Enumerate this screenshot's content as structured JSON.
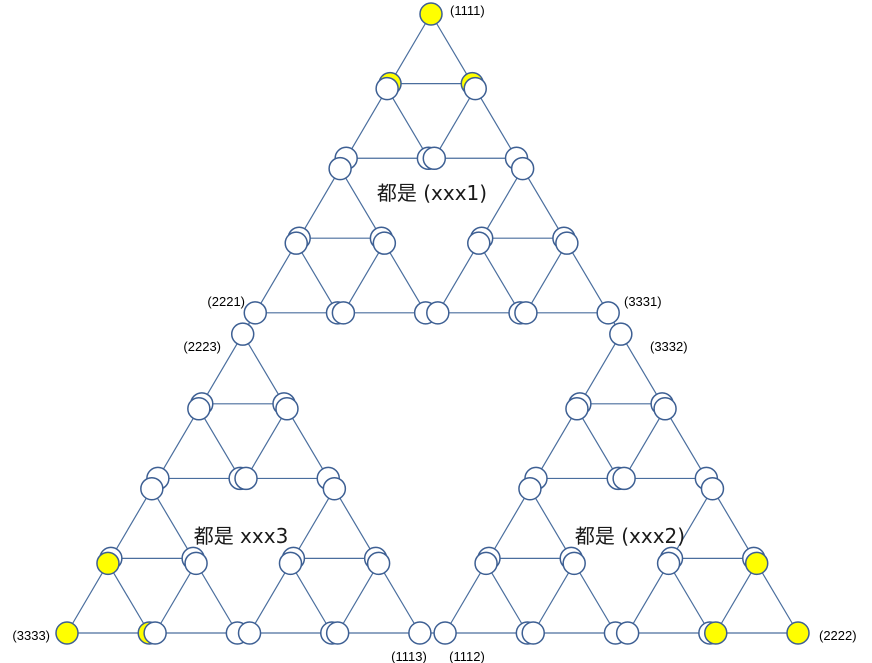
{
  "diagram": {
    "levels": 4,
    "colors": {
      "edge": "#4a6e9e",
      "node_stroke": "#3d5f93",
      "node_fill": "#ffffff",
      "highlight_fill": "#ffff00"
    },
    "labels": {
      "top_region": "都是 (xxx1)",
      "left_region": "都是 xxx3",
      "right_region": "都是 (xxx2)",
      "top_apex": "(1111)",
      "top_left": "(2221)",
      "top_right": "(3331)",
      "left_apex": "(2223)",
      "right_apex": "(3332)",
      "left_left": "(3333)",
      "left_right": "(1113)",
      "right_left": "(1112)",
      "right_right": "(2222)"
    }
  }
}
